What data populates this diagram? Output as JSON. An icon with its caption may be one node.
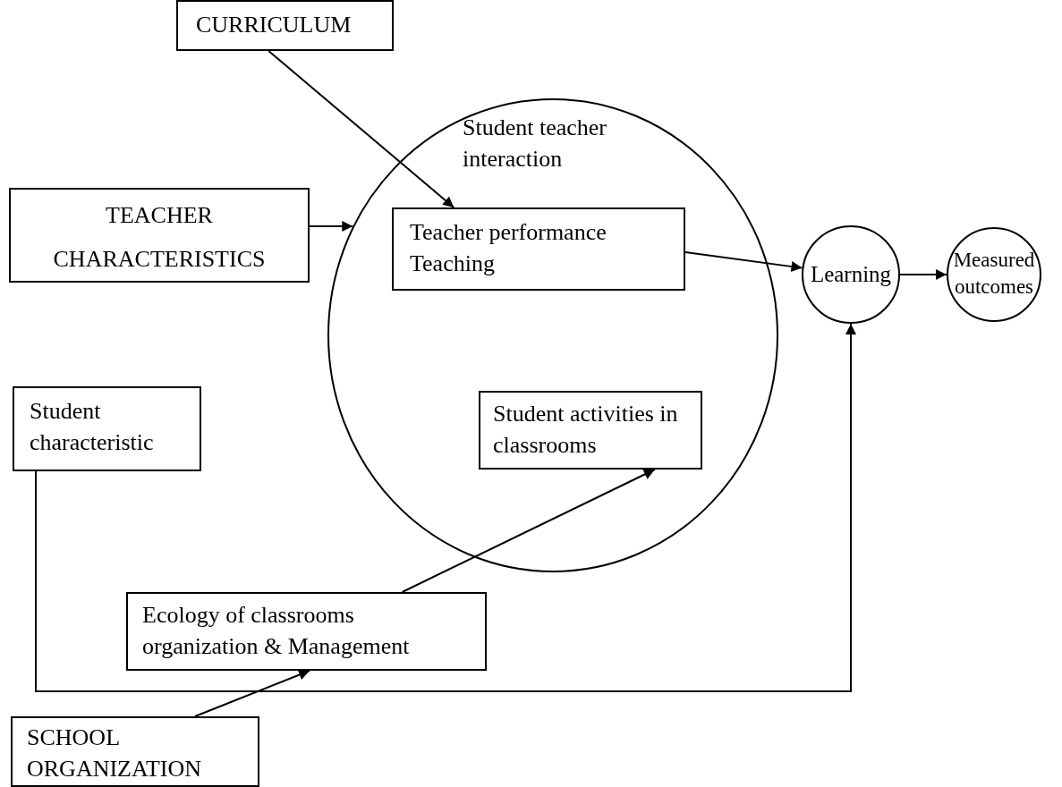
{
  "diagram": {
    "nodes": [
      {
        "text": [
          "CURRICULUM"
        ]
      },
      {
        "text": [
          "Student teacher interaction"
        ]
      },
      {
        "text": [
          "Teacher performance Teaching"
        ],
        "in": 1
      },
      {
        "text": [
          "Student activities in classrooms"
        ],
        "in": 1
      },
      {
        "text": [
          "TEACHER CHARACTERISTICS"
        ]
      },
      {
        "text": [
          "Learning"
        ]
      },
      {
        "text": [
          "Measured outcomes"
        ]
      },
      {
        "text": [
          "Student characteristic"
        ]
      },
      {
        "text": [
          "Ecology of classrooms organization & Management"
        ]
      },
      {
        "text": [
          "SCHOOL ORGANIZATION"
        ]
      }
    ],
    "edges": [
      {
        "from": 0,
        "to": 2,
        "arrow": "to"
      },
      {
        "from": 4,
        "to": 1,
        "arrow": "to"
      },
      {
        "from": 2,
        "to": 5,
        "arrow": "to"
      },
      {
        "from": 5,
        "to": 6,
        "arrow": "to"
      },
      {
        "from": 9,
        "to": 8,
        "arrow": "to"
      },
      {
        "from": 8,
        "to": 3,
        "arrow": "to"
      },
      {
        "from": 7,
        "to": 5,
        "arrow": "to"
      }
    ]
  }
}
